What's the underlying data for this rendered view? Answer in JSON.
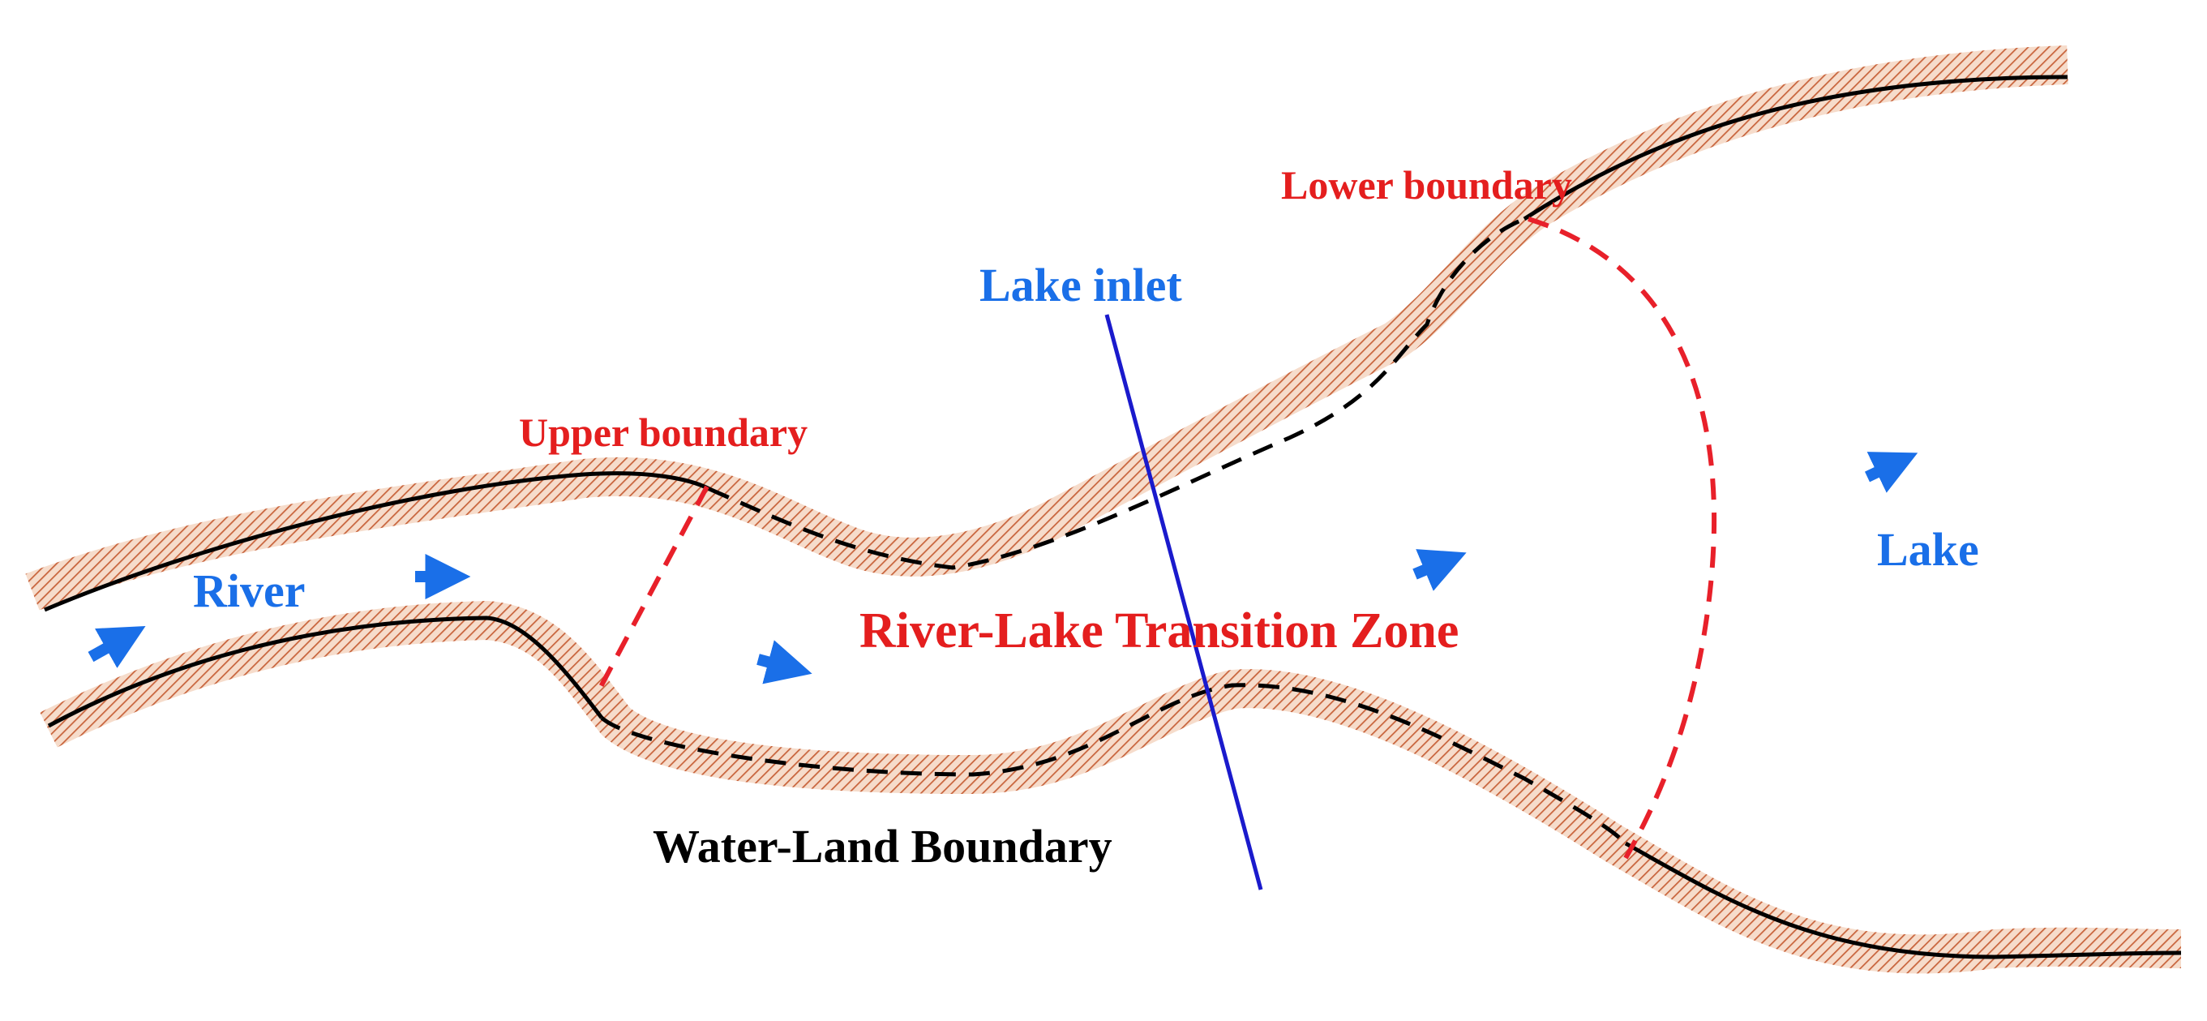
{
  "labels": {
    "river": "River",
    "lake": "Lake",
    "lake_inlet": "Lake inlet",
    "upper_boundary": "Upper boundary",
    "lower_boundary": "Lower boundary",
    "transition_zone": "River-Lake Transition Zone",
    "water_land_boundary": "Water-Land Boundary"
  },
  "colors": {
    "blue_text": "#1a6fe8",
    "red_text": "#e41e1e",
    "red_dash": "#e8202a",
    "inlet_line": "#1a1acc",
    "bank_hatch": "#c8643c",
    "shoreline": "#000000",
    "flow_arrow": "#1a6fe8"
  },
  "icons": {
    "flow_arrow": "flow-arrow-icon"
  }
}
